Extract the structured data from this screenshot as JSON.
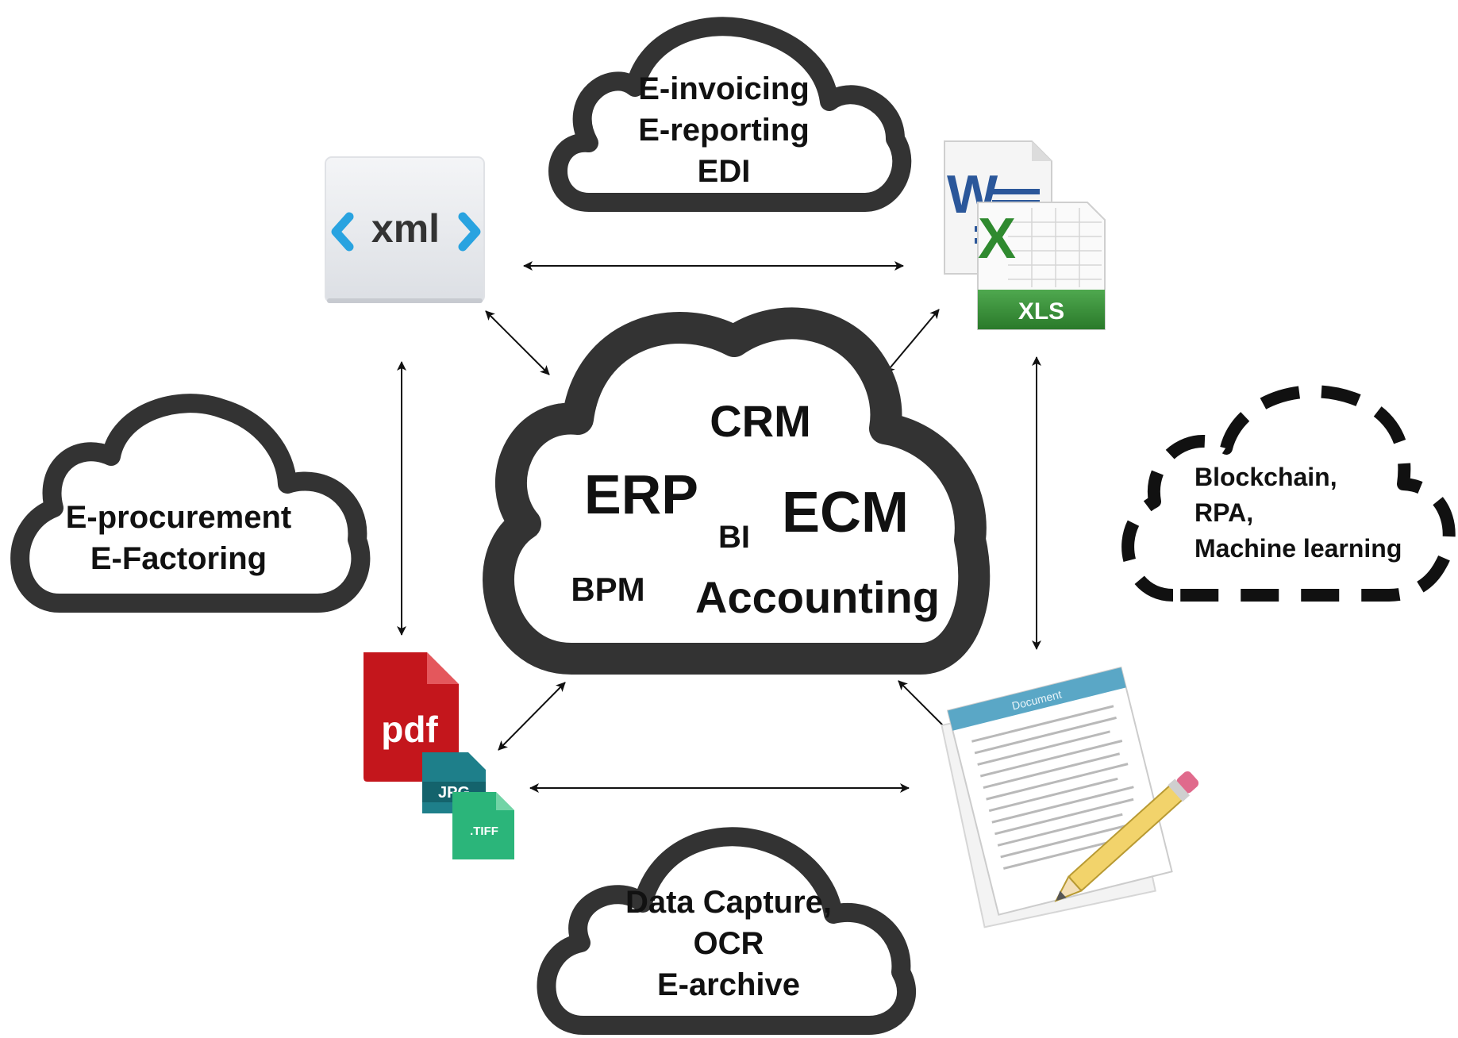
{
  "top_cloud": {
    "line1": "E-invoicing",
    "line2": "E-reporting",
    "line3": "EDI"
  },
  "left_cloud": {
    "line1": "E-procurement",
    "line2": "E-Factoring"
  },
  "right_cloud": {
    "line1": "Blockchain,",
    "line2": "RPA,",
    "line3": "Machine learning"
  },
  "bottom_cloud": {
    "line1": "Data Capture,",
    "line2": "OCR",
    "line3": "E-archive"
  },
  "center_cloud": {
    "crm": "CRM",
    "erp": "ERP",
    "bi": "BI",
    "ecm": "ECM",
    "bpm": "BPM",
    "accounting": "Accounting"
  },
  "icons": {
    "xml": {
      "text": "xml"
    },
    "office": {
      "word_letter": "W",
      "excel_letter": "X",
      "excel_label": "XLS"
    },
    "files": {
      "pdf": "pdf",
      "jpg": "JPG",
      "tiff": ".TIFF"
    },
    "document": {
      "header": "Document"
    }
  },
  "colors": {
    "cloud_stroke": "#333333",
    "xml_chevron": "#29a3e0",
    "word_blue": "#2b579a",
    "excel_green": "#2f8a2f",
    "pdf_red": "#c4161c",
    "jpg_teal": "#1e7f8a",
    "tiff_green": "#2bb57a",
    "doc_header": "#5aa7c6",
    "pencil_yellow": "#f2d36b"
  }
}
